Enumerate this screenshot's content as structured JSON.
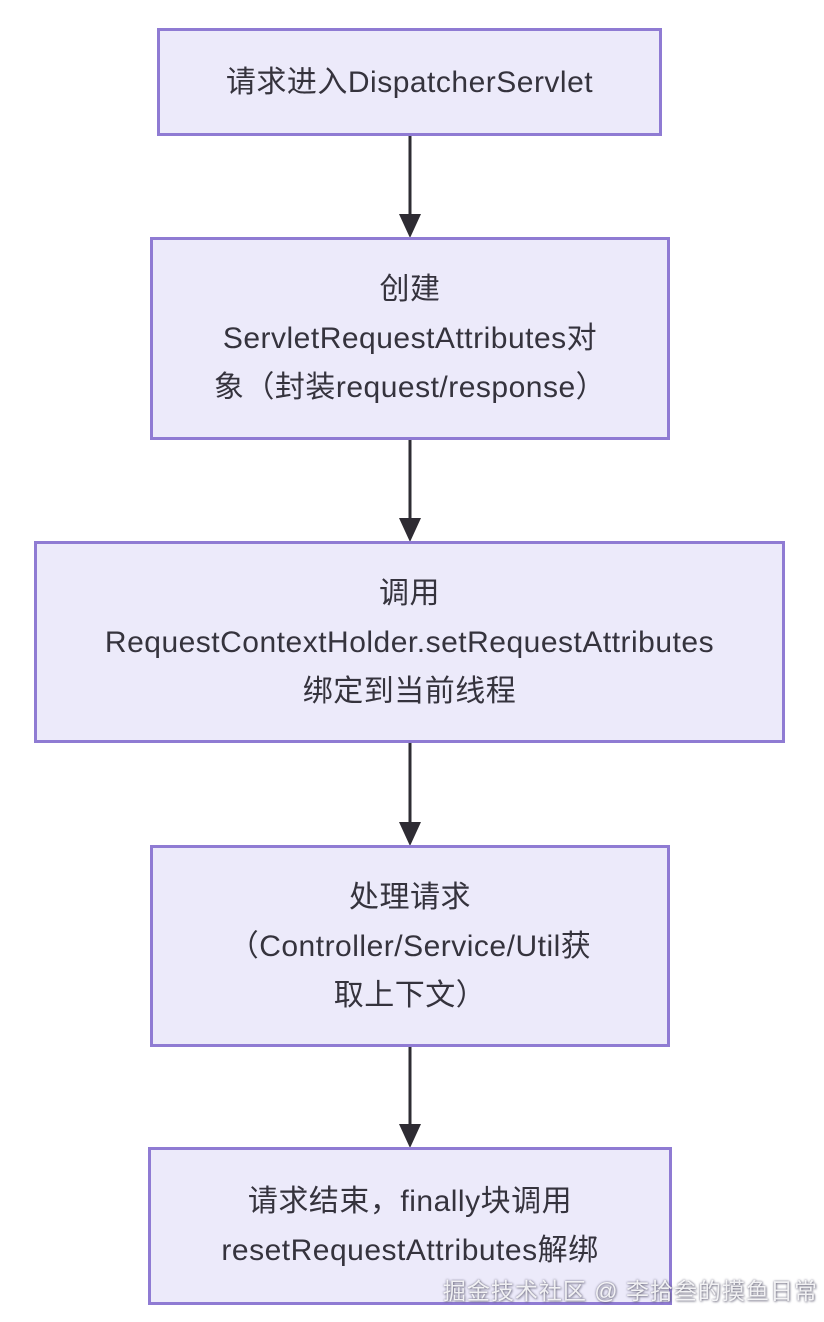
{
  "diagram": {
    "nodes": [
      {
        "text": "请求进入DispatcherServlet"
      },
      {
        "text": "创建\nServletRequestAttributes对\n象（封装request/response）"
      },
      {
        "text": "调用\nRequestContextHolder.setRequestAttributes\n绑定到当前线程"
      },
      {
        "text": "处理请求\n（Controller/Service/Util获\n取上下文）"
      },
      {
        "text": "请求结束，finally块调用\nresetRequestAttributes解绑"
      }
    ],
    "colors": {
      "node_fill": "#ECEAFA",
      "node_border": "#8F7BD3",
      "text": "#35333D",
      "arrow": "#2E2C33"
    },
    "watermark": "掘金技术社区 @ 李拾叁的摸鱼日常"
  }
}
